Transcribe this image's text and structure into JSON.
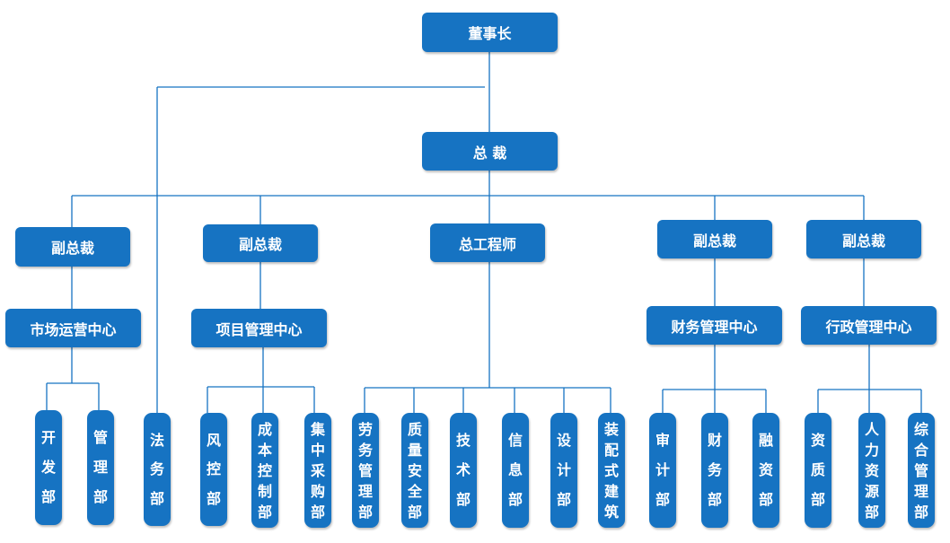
{
  "colors": {
    "box": "#1673c2",
    "text": "#ffffff",
    "line": "#1673c2"
  },
  "nodes": {
    "chairman": "董事长",
    "president": "总 裁",
    "vp1": "副总裁",
    "vp2": "副总裁",
    "chief_engineer": "总工程师",
    "vp4": "副总裁",
    "vp5": "副总裁",
    "marketing_center": "市场运营中心",
    "project_center": "项目管理中心",
    "finance_center": "财务管理中心",
    "admin_center": "行政管理中心",
    "dept_development": "开发部",
    "dept_management": "管理部",
    "dept_legal": "法务部",
    "dept_risk": "风控部",
    "dept_cost": "成本控制部",
    "dept_procurement": "集中采购部",
    "dept_labor": "劳务管理部",
    "dept_quality": "质量安全部",
    "dept_tech": "技术部",
    "dept_info": "信息部",
    "dept_design": "设计部",
    "dept_prefab": "装配式建筑",
    "dept_audit": "审计部",
    "dept_finance": "财务部",
    "dept_financing": "融资部",
    "dept_assets": "资质部",
    "dept_hr": "人力资源部",
    "dept_general": "综合管理部"
  }
}
